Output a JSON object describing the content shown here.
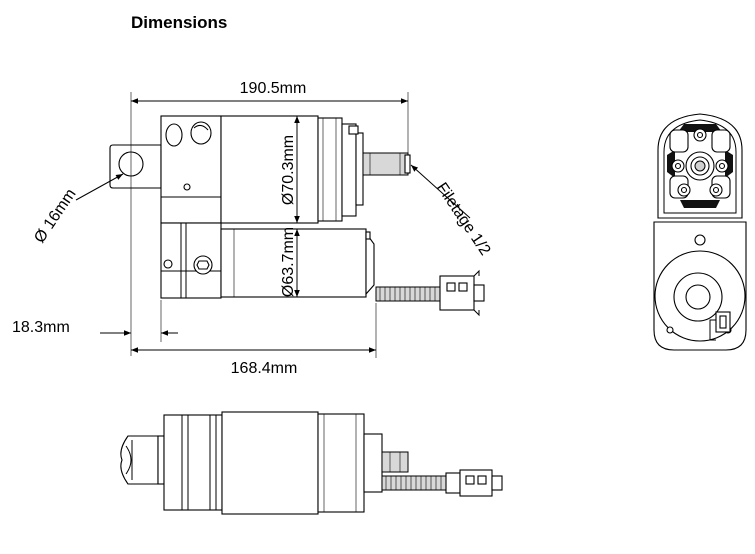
{
  "title": "Dimensions",
  "dimensions": {
    "overall_length": "190.5mm",
    "body_length": "168.4mm",
    "eye_offset": "18.3mm",
    "eye_diameter": "Ø 16mm",
    "gearbox_diameter": "Ø70.3mm",
    "motor_diameter": "Ø63.7mm",
    "thread": "Filetage 1/2"
  },
  "colors": {
    "line": "#000000",
    "shading": "#d8d8d8",
    "background": "#ffffff"
  }
}
